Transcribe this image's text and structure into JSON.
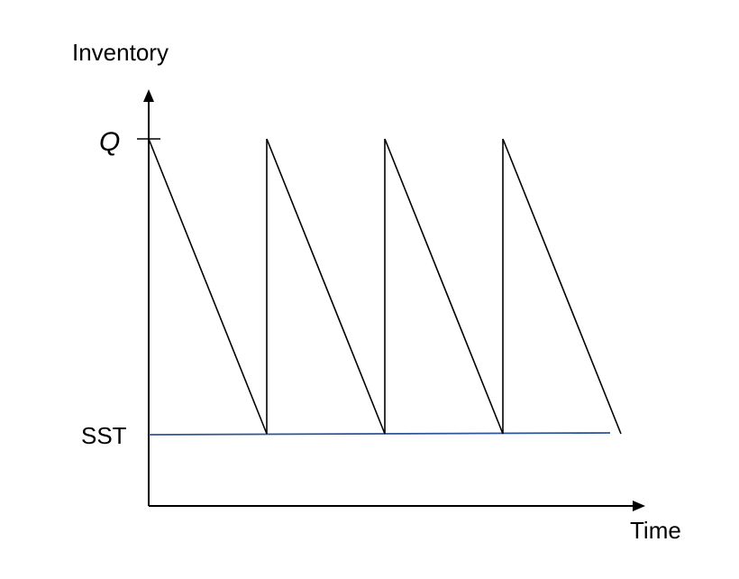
{
  "diagram": {
    "y_axis_label": "Inventory",
    "x_axis_label": "Time",
    "q_label": "Q",
    "sst_label": "SST",
    "colors": {
      "axis": "#000000",
      "sawtooth": "#000000",
      "sst_line": "#2e5597"
    }
  },
  "chart_data": {
    "type": "line",
    "title": "",
    "xlabel": "Time",
    "ylabel": "Inventory",
    "y_ticks": [
      "Q",
      "SST"
    ],
    "series": [
      {
        "points": [
          {
            "t": 0,
            "level": "Q"
          },
          {
            "t": 1,
            "level": "SST"
          },
          {
            "t": 1,
            "level": "Q"
          },
          {
            "t": 2,
            "level": "SST"
          },
          {
            "t": 2,
            "level": "Q"
          },
          {
            "t": 3,
            "level": "SST"
          },
          {
            "t": 3,
            "level": "Q"
          },
          {
            "t": 4,
            "level": "SST"
          }
        ]
      }
    ],
    "reference_lines": [
      {
        "label": "SST",
        "level": "SST"
      }
    ],
    "grid": false,
    "legend": "none"
  }
}
